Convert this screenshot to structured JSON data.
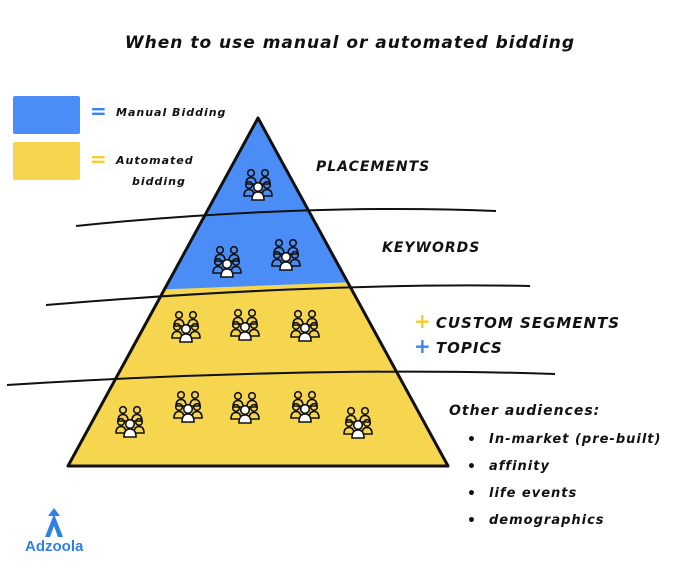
{
  "title": "When to use manual or automated bidding",
  "colors": {
    "manual": "#4a8df6",
    "automated": "#f7d64f",
    "outline": "#111111",
    "manual_symbol": "#3b82f6",
    "automated_symbol": "#f5cc2e",
    "logo": "#2f7fe6"
  },
  "legend": {
    "manual": {
      "symbol": "=",
      "label": "Manual Bidding"
    },
    "automated": {
      "symbol": "=",
      "label_line1": "Automated",
      "label_line2": "bidding"
    }
  },
  "tiers": [
    {
      "label": "PLACEMENTS",
      "bidding": "manual"
    },
    {
      "label": "KEYWORDS",
      "bidding": "manual"
    },
    {
      "items": [
        {
          "symbol": "+",
          "label": "CUSTOM SEGMENTS",
          "bidding": "automated"
        },
        {
          "symbol": "+",
          "label": "TOPICS",
          "bidding": "manual"
        }
      ]
    },
    {
      "heading": "Other audiences:",
      "bullet": "•",
      "items": [
        "In-market (pre-built)",
        "affinity",
        "life events",
        "demographics"
      ],
      "bidding": "automated"
    }
  ],
  "logo": {
    "text": "Adzoola",
    "icon": "adzoola-logo-icon"
  }
}
